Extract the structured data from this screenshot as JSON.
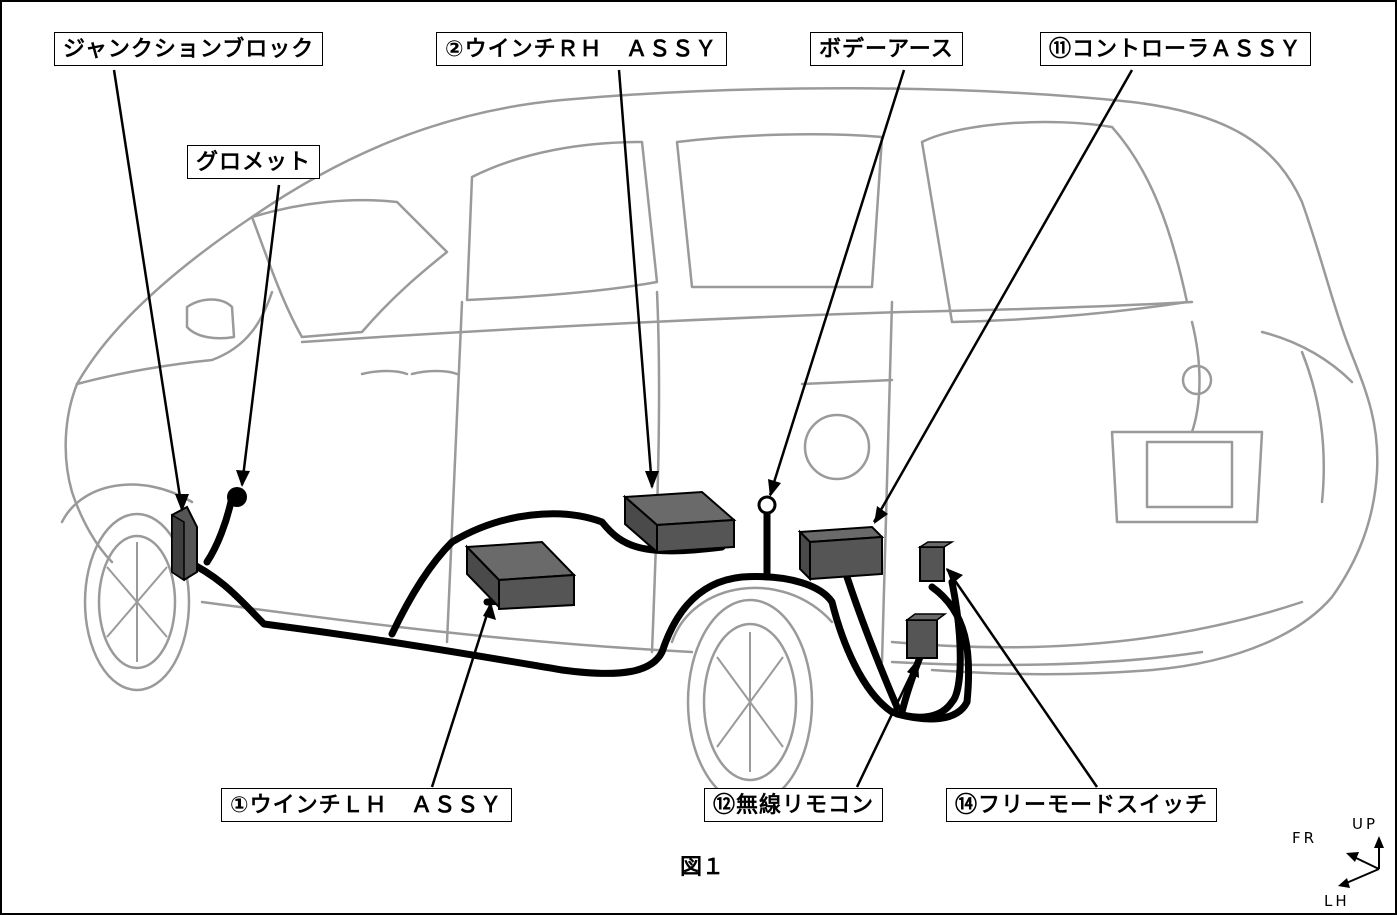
{
  "labels": {
    "junction_block": "ジャンクションブロック",
    "winch_rh": "②ウインチＲＨ　ＡＳＳＹ",
    "body_earth": "ボデーアース",
    "controller": "⑪コントローラＡＳＳＹ",
    "grommet": "グロメット",
    "winch_lh": "①ウインチＬＨ　ＡＳＳＹ",
    "wireless_remote": "⑫無線リモコン",
    "free_mode_switch": "⑭フリーモードスイッチ"
  },
  "caption": "図１",
  "axis": {
    "up": "UP",
    "fr": "FR",
    "lh": "LH"
  },
  "colors": {
    "component": "#555555",
    "outline": "#000000"
  }
}
